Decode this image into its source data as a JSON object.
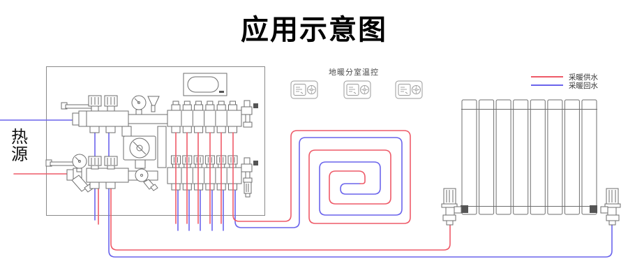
{
  "title": "应用示意图",
  "heat_source_label": "热源",
  "thermostat_panel": {
    "label": "地暖分室温控",
    "units": 3
  },
  "legend": {
    "supply_label": "采暖供水",
    "return_label": "采暖回水"
  },
  "colors": {
    "supply": "#ee5a68",
    "return": "#6a64ec",
    "outline": "#6e6e6e",
    "box": "#8a8a8a"
  },
  "manifold": {
    "loop_ports": 6
  },
  "radiator": {
    "sections": 8
  },
  "routes": [
    {
      "system": "return",
      "layer": "under",
      "pts": [
        [
          0,
          172
        ],
        [
          110,
          172
        ]
      ]
    },
    {
      "system": "return",
      "layer": "under",
      "pts": [
        [
          136,
          190
        ],
        [
          136,
          315
        ]
      ]
    },
    {
      "system": "return",
      "layer": "under",
      "pts": [
        [
          255,
          268
        ],
        [
          255,
          330
        ]
      ]
    },
    {
      "system": "return",
      "layer": "under",
      "pts": [
        [
          271,
          268
        ],
        [
          271,
          330
        ]
      ]
    },
    {
      "system": "return",
      "layer": "under",
      "pts": [
        [
          287,
          268
        ],
        [
          287,
          330
        ]
      ]
    },
    {
      "system": "return",
      "layer": "under",
      "pts": [
        [
          304,
          268
        ],
        [
          304,
          330
        ]
      ]
    },
    {
      "system": "return",
      "layer": "under",
      "pts": [
        [
          320,
          268
        ],
        [
          320,
          330
        ]
      ]
    },
    {
      "system": "return",
      "layer": "under",
      "pts": [
        [
          516,
          263
        ],
        [
          488,
          263
        ],
        [
          488,
          278
        ],
        [
          545,
          278
        ],
        [
          545,
          232
        ],
        [
          458,
          232
        ],
        [
          458,
          308
        ],
        [
          576,
          308
        ],
        [
          576,
          197
        ],
        [
          429,
          197
        ],
        [
          429,
          326
        ],
        [
          337,
          326
        ],
        [
          337,
          268
        ]
      ]
    },
    {
      "system": "return",
      "layer": "under",
      "pts": [
        [
          156,
          190
        ],
        [
          156,
          368
        ],
        [
          877,
          368
        ],
        [
          877,
          320
        ]
      ]
    },
    {
      "system": "supply",
      "layer": "under",
      "pts": [
        [
          20,
          249
        ],
        [
          98,
          249
        ]
      ]
    },
    {
      "system": "supply",
      "layer": "under",
      "pts": [
        [
          141,
          266
        ],
        [
          141,
          321
        ]
      ]
    },
    {
      "system": "supply",
      "layer": "under",
      "pts": [
        [
          159,
          266
        ],
        [
          159,
          358
        ],
        [
          645,
          358
        ],
        [
          645,
          318
        ]
      ]
    },
    {
      "system": "supply",
      "layer": "over",
      "pts": [
        [
          252,
          190
        ],
        [
          252,
          320
        ]
      ]
    },
    {
      "system": "supply",
      "layer": "over",
      "pts": [
        [
          268,
          190
        ],
        [
          268,
          320
        ]
      ]
    },
    {
      "system": "supply",
      "layer": "over",
      "pts": [
        [
          284,
          190
        ],
        [
          284,
          320
        ]
      ]
    },
    {
      "system": "supply",
      "layer": "over",
      "pts": [
        [
          301,
          190
        ],
        [
          301,
          320
        ]
      ]
    },
    {
      "system": "supply",
      "layer": "over",
      "pts": [
        [
          317,
          190
        ],
        [
          317,
          320
        ]
      ]
    },
    {
      "system": "supply",
      "layer": "over",
      "pts": [
        [
          334,
          190
        ],
        [
          334,
          317
        ],
        [
          417,
          317
        ],
        [
          417,
          187
        ],
        [
          588,
          187
        ],
        [
          588,
          320
        ],
        [
          443,
          320
        ],
        [
          443,
          215
        ],
        [
          560,
          215
        ],
        [
          560,
          292
        ],
        [
          472,
          292
        ],
        [
          472,
          245
        ],
        [
          523,
          245
        ],
        [
          523,
          263
        ],
        [
          516,
          263
        ]
      ]
    }
  ]
}
